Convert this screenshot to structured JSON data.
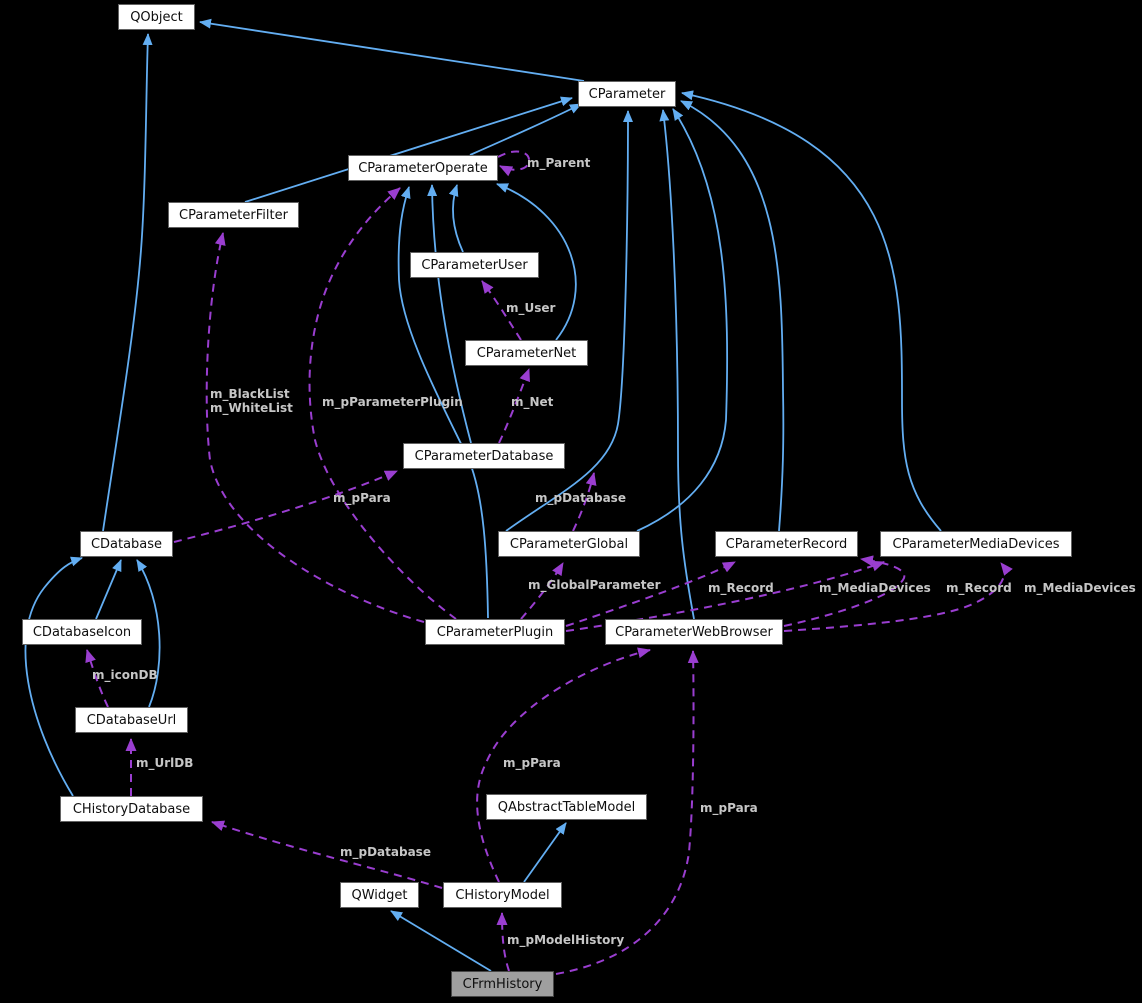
{
  "diagram": {
    "kind": "class-collaboration-graph",
    "colors": {
      "background": "#000000",
      "inheritance_edge": "#63aef2",
      "usage_edge": "#9a3ed0",
      "node_background": "#ffffff",
      "node_border": "#626262",
      "node_text": "#0e0e0e",
      "focused_node_background": "#9f9f9f",
      "edge_label_text": "#c6c6c6"
    },
    "nodes": [
      {
        "id": "QObject",
        "label": "QObject"
      },
      {
        "id": "CParameter",
        "label": "CParameter"
      },
      {
        "id": "CParameterOperate",
        "label": "CParameterOperate"
      },
      {
        "id": "CParameterFilter",
        "label": "CParameterFilter"
      },
      {
        "id": "CParameterUser",
        "label": "CParameterUser"
      },
      {
        "id": "CParameterNet",
        "label": "CParameterNet"
      },
      {
        "id": "CParameterDatabase",
        "label": "CParameterDatabase"
      },
      {
        "id": "CDatabase",
        "label": "CDatabase"
      },
      {
        "id": "CParameterGlobal",
        "label": "CParameterGlobal"
      },
      {
        "id": "CParameterRecord",
        "label": "CParameterRecord"
      },
      {
        "id": "CParameterMediaDevices",
        "label": "CParameterMediaDevices"
      },
      {
        "id": "CParameterPlugin",
        "label": "CParameterPlugin"
      },
      {
        "id": "CParameterWebBrowser",
        "label": "CParameterWebBrowser"
      },
      {
        "id": "CDatabaseIcon",
        "label": "CDatabaseIcon"
      },
      {
        "id": "CDatabaseUrl",
        "label": "CDatabaseUrl"
      },
      {
        "id": "CHistoryDatabase",
        "label": "CHistoryDatabase"
      },
      {
        "id": "QAbstractTableModel",
        "label": "QAbstractTableModel"
      },
      {
        "id": "QWidget",
        "label": "QWidget"
      },
      {
        "id": "CHistoryModel",
        "label": "CHistoryModel"
      },
      {
        "id": "CFrmHistory",
        "label": "CFrmHistory",
        "focused": true
      }
    ],
    "edges": [
      {
        "from": "CParameter",
        "to": "QObject",
        "kind": "inheritance"
      },
      {
        "from": "CDatabase",
        "to": "QObject",
        "kind": "inheritance"
      },
      {
        "from": "CParameterFilter",
        "to": "CParameter",
        "kind": "inheritance"
      },
      {
        "from": "CParameterOperate",
        "to": "CParameter",
        "kind": "inheritance"
      },
      {
        "from": "CParameterUser",
        "to": "CParameterOperate",
        "kind": "inheritance"
      },
      {
        "from": "CParameterNet",
        "to": "CParameterOperate",
        "kind": "inheritance"
      },
      {
        "from": "CParameterDatabase",
        "to": "CParameterOperate",
        "kind": "inheritance"
      },
      {
        "from": "CParameterPlugin",
        "to": "CParameterOperate",
        "kind": "inheritance"
      },
      {
        "from": "CParameterGlobal",
        "to": "CParameter",
        "kind": "inheritance"
      },
      {
        "from": "CParameterWebBrowser",
        "to": "CParameter",
        "kind": "inheritance"
      },
      {
        "from": "CParameterRecord",
        "to": "CParameter",
        "kind": "inheritance"
      },
      {
        "from": "CParameterMediaDevices",
        "to": "CParameter",
        "kind": "inheritance"
      },
      {
        "from": "CParameterGlobal",
        "to": "CParameter",
        "kind": "inheritance"
      },
      {
        "from": "CDatabaseIcon",
        "to": "CDatabase",
        "kind": "inheritance"
      },
      {
        "from": "CDatabaseUrl",
        "to": "CDatabase",
        "kind": "inheritance"
      },
      {
        "from": "CHistoryDatabase",
        "to": "CDatabase",
        "kind": "inheritance"
      },
      {
        "from": "CHistoryModel",
        "to": "QAbstractTableModel",
        "kind": "inheritance"
      },
      {
        "from": "CFrmHistory",
        "to": "QWidget",
        "kind": "inheritance"
      },
      {
        "from": "CParameterOperate",
        "to": "CParameterOperate",
        "kind": "usage",
        "label": "m_Parent"
      },
      {
        "from": "CParameterPlugin",
        "to": "CParameterFilter",
        "kind": "usage",
        "label": "m_BlackList\nm_WhiteList"
      },
      {
        "from": "CParameterPlugin",
        "to": "CParameterOperate",
        "kind": "usage",
        "label": "m_pParameterPlugin"
      },
      {
        "from": "CParameterNet",
        "to": "CParameterUser",
        "kind": "usage",
        "label": "m_User"
      },
      {
        "from": "CParameterDatabase",
        "to": "CParameterNet",
        "kind": "usage",
        "label": "m_Net"
      },
      {
        "from": "CDatabase",
        "to": "CParameterDatabase",
        "kind": "usage",
        "label": "m_pPara"
      },
      {
        "from": "CParameterGlobal",
        "to": "CParameterDatabase",
        "kind": "usage",
        "label": "m_pDatabase"
      },
      {
        "from": "CParameterPlugin",
        "to": "CParameterGlobal",
        "kind": "usage",
        "label": "m_GlobalParameter"
      },
      {
        "from": "CParameterPlugin",
        "to": "CParameterRecord",
        "kind": "usage",
        "label": "m_Record"
      },
      {
        "from": "CParameterPlugin",
        "to": "CParameterMediaDevices",
        "kind": "usage",
        "label": "m_MediaDevices"
      },
      {
        "from": "CParameterWebBrowser",
        "to": "CParameterRecord",
        "kind": "usage",
        "label": "m_Record"
      },
      {
        "from": "CParameterWebBrowser",
        "to": "CParameterMediaDevices",
        "kind": "usage",
        "label": "m_MediaDevices"
      },
      {
        "from": "CHistoryModel",
        "to": "CParameterWebBrowser",
        "kind": "usage",
        "label": "m_pPara"
      },
      {
        "from": "CFrmHistory",
        "to": "CParameterWebBrowser",
        "kind": "usage",
        "label": "m_pPara"
      },
      {
        "from": "CHistoryModel",
        "to": "CHistoryDatabase",
        "kind": "usage",
        "label": "m_pDatabase"
      },
      {
        "from": "CFrmHistory",
        "to": "CHistoryModel",
        "kind": "usage",
        "label": "m_pModelHistory"
      },
      {
        "from": "CHistoryDatabase",
        "to": "CDatabaseUrl",
        "kind": "usage",
        "label": "m_UrlDB"
      },
      {
        "from": "CDatabaseUrl",
        "to": "CDatabaseIcon",
        "kind": "usage",
        "label": "m_iconDB"
      }
    ]
  }
}
